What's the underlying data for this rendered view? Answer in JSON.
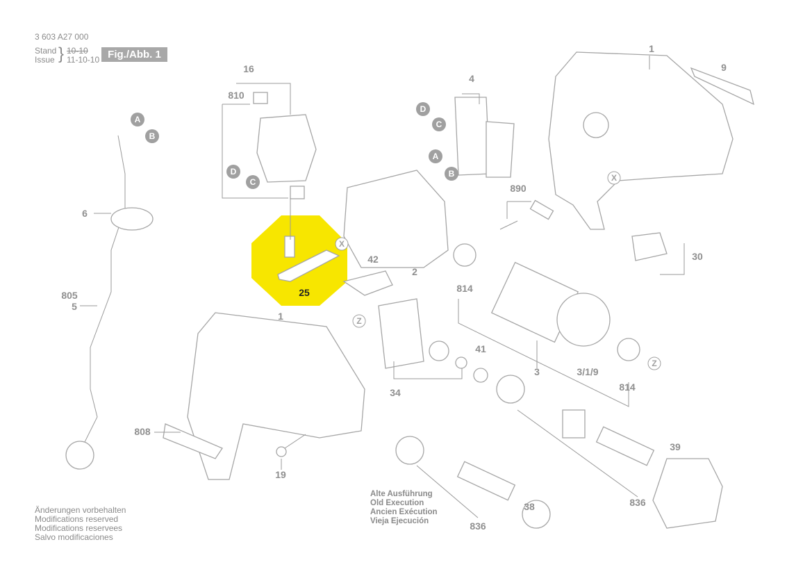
{
  "header": {
    "part_number": "3 603 A27 000",
    "stand_label": "Stand",
    "issue_label": "Issue",
    "old_date": "10-10",
    "issue_date": "11-10-10",
    "figure_label": "Fig./Abb. 1"
  },
  "footer_notes": [
    "Änderungen vorbehalten",
    "Modifications reserved",
    "Modifications reservees",
    "Salvo modificaciones"
  ],
  "old_execution": [
    "Alte Ausführung",
    "Old Execution",
    "Ancien Exécution",
    "Vieja Ejecución"
  ],
  "highlight_color": "#f7e600",
  "part_labels": [
    "1",
    "9",
    "16",
    "810",
    "4",
    "890",
    "30",
    "6",
    "805",
    "5",
    "42",
    "2",
    "814",
    "25",
    "1",
    "41",
    "3",
    "3/1/9",
    "814",
    "34",
    "39",
    "808",
    "19",
    "836",
    "38",
    "836"
  ],
  "connector_labels": [
    "A",
    "B",
    "D",
    "C",
    "D",
    "C",
    "A",
    "B",
    "X",
    "X",
    "Z",
    "Z"
  ]
}
